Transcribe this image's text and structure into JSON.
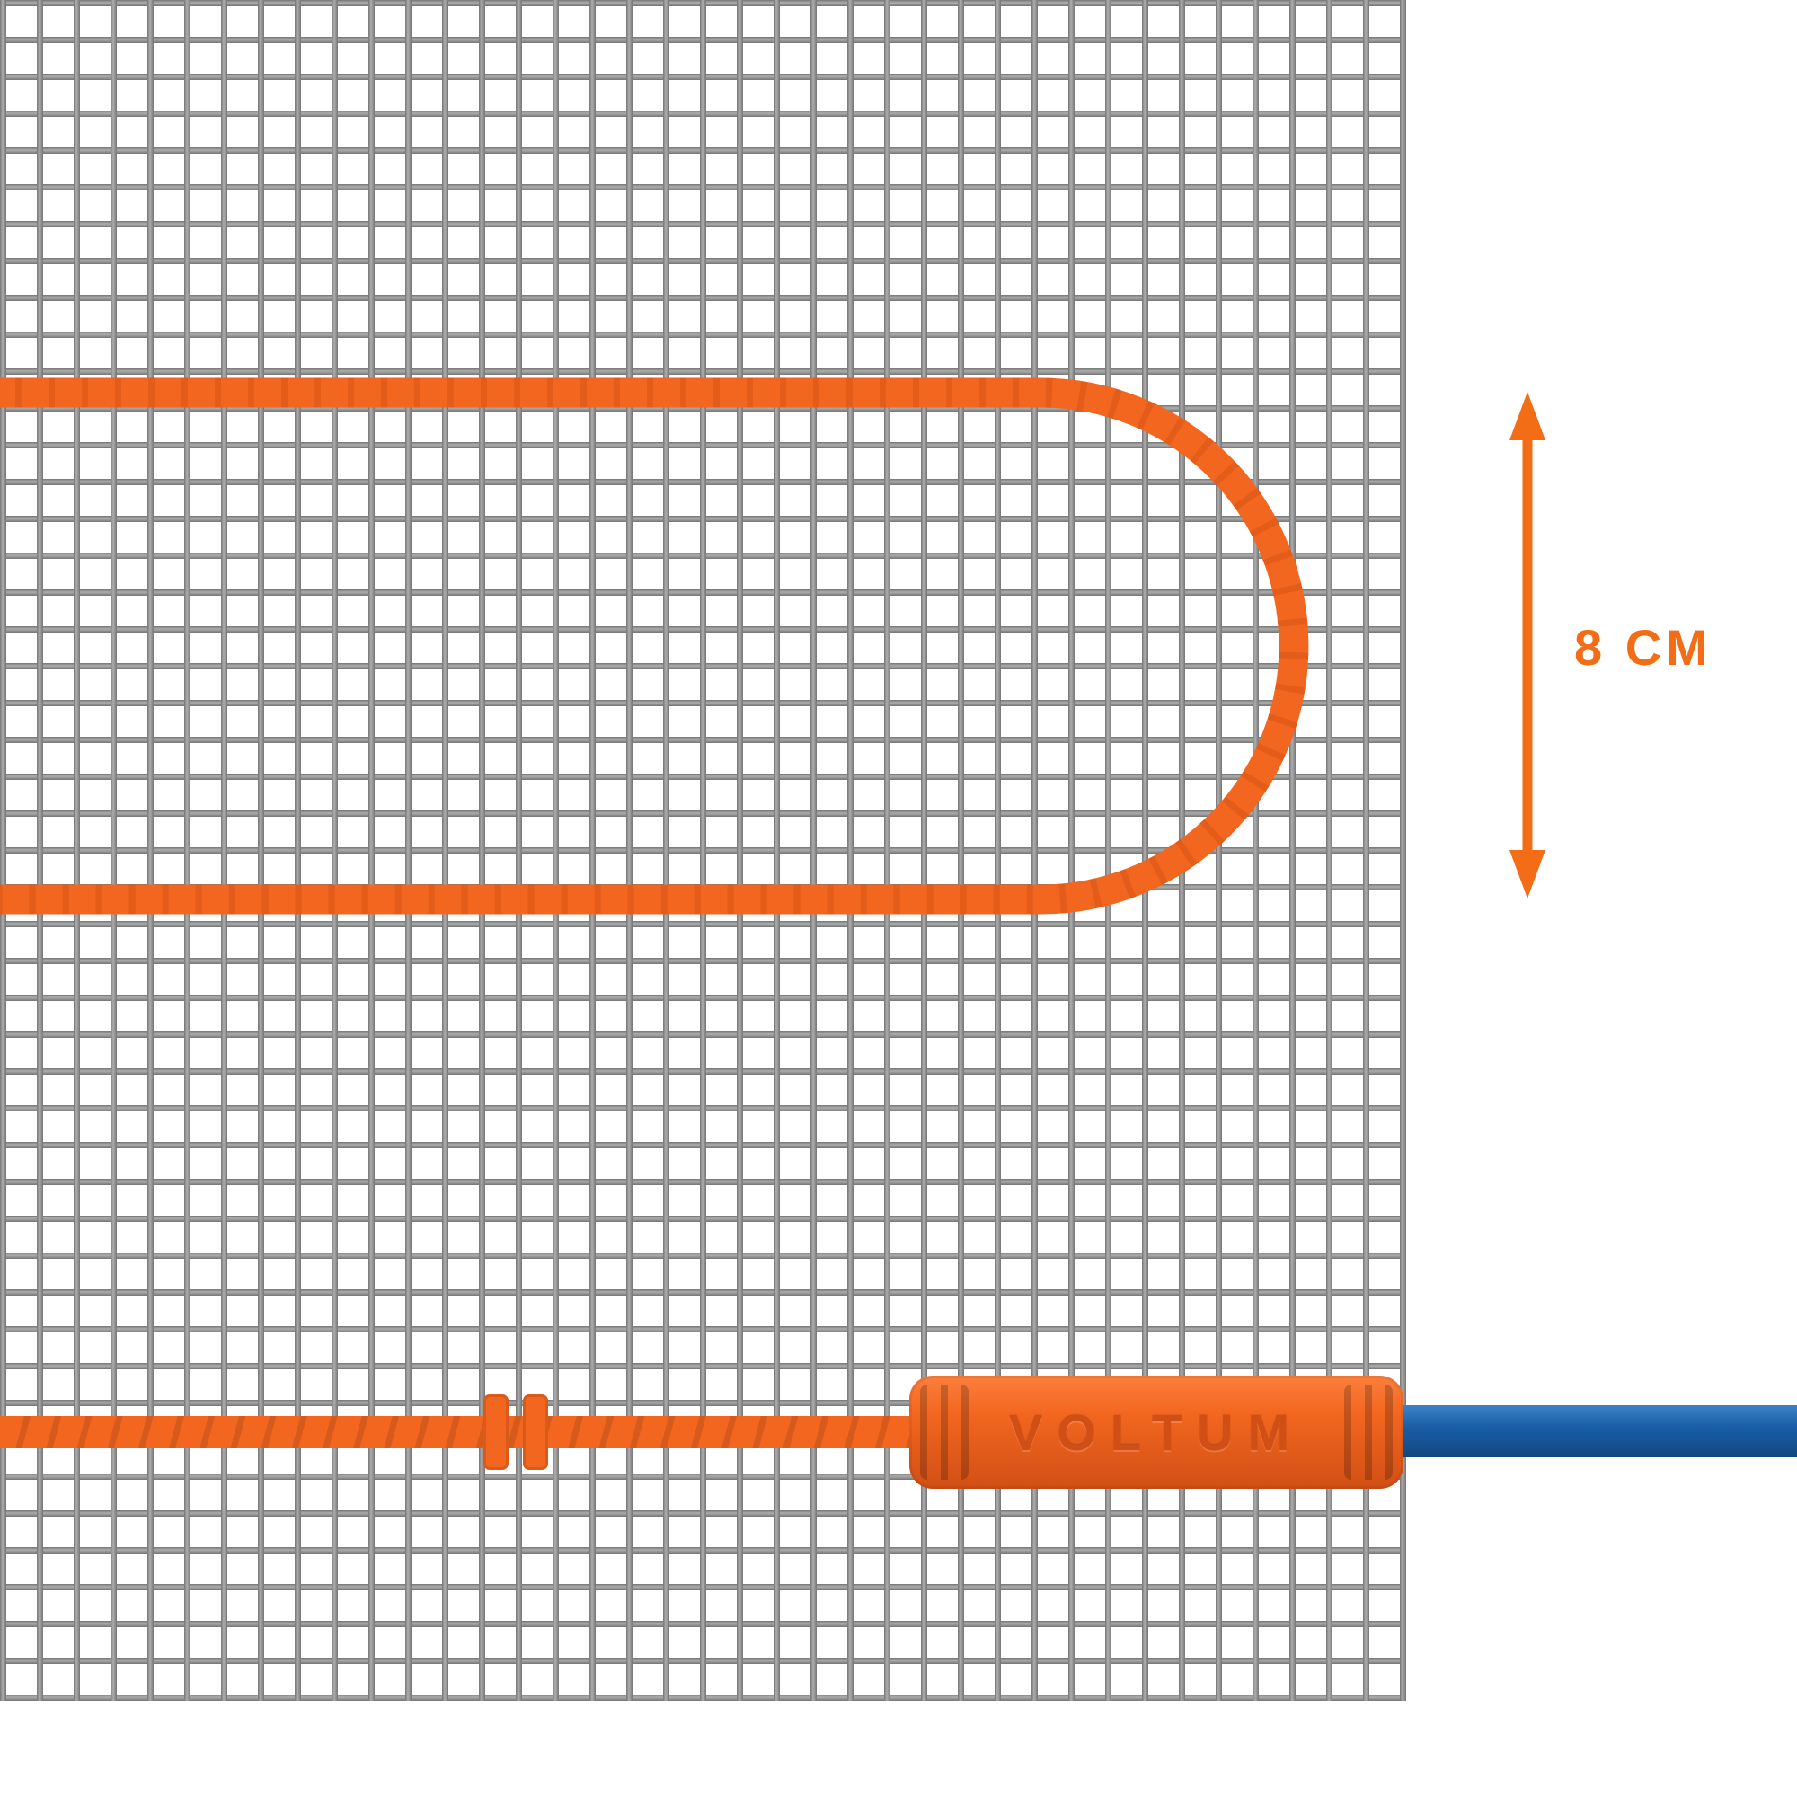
{
  "diagram": {
    "dimension": {
      "label": "8 CM"
    },
    "connector": {
      "brand": "VOLTUM"
    },
    "icons": {
      "dimension_arrow": "vertical-double-headed-arrow"
    },
    "colors": {
      "cable-orange": "#F2661F",
      "cable-orange-dark": "#D14F15",
      "cable-orange-light": "#FB7F3C",
      "annotation-orange": "#F36D17",
      "lead-blue": "#1A5FA8",
      "lead-blue-dark": "#11477F",
      "mesh-gray-light": "#ADADAD",
      "mesh-gray-dark": "#757575",
      "background": "#FFFFFF"
    }
  }
}
